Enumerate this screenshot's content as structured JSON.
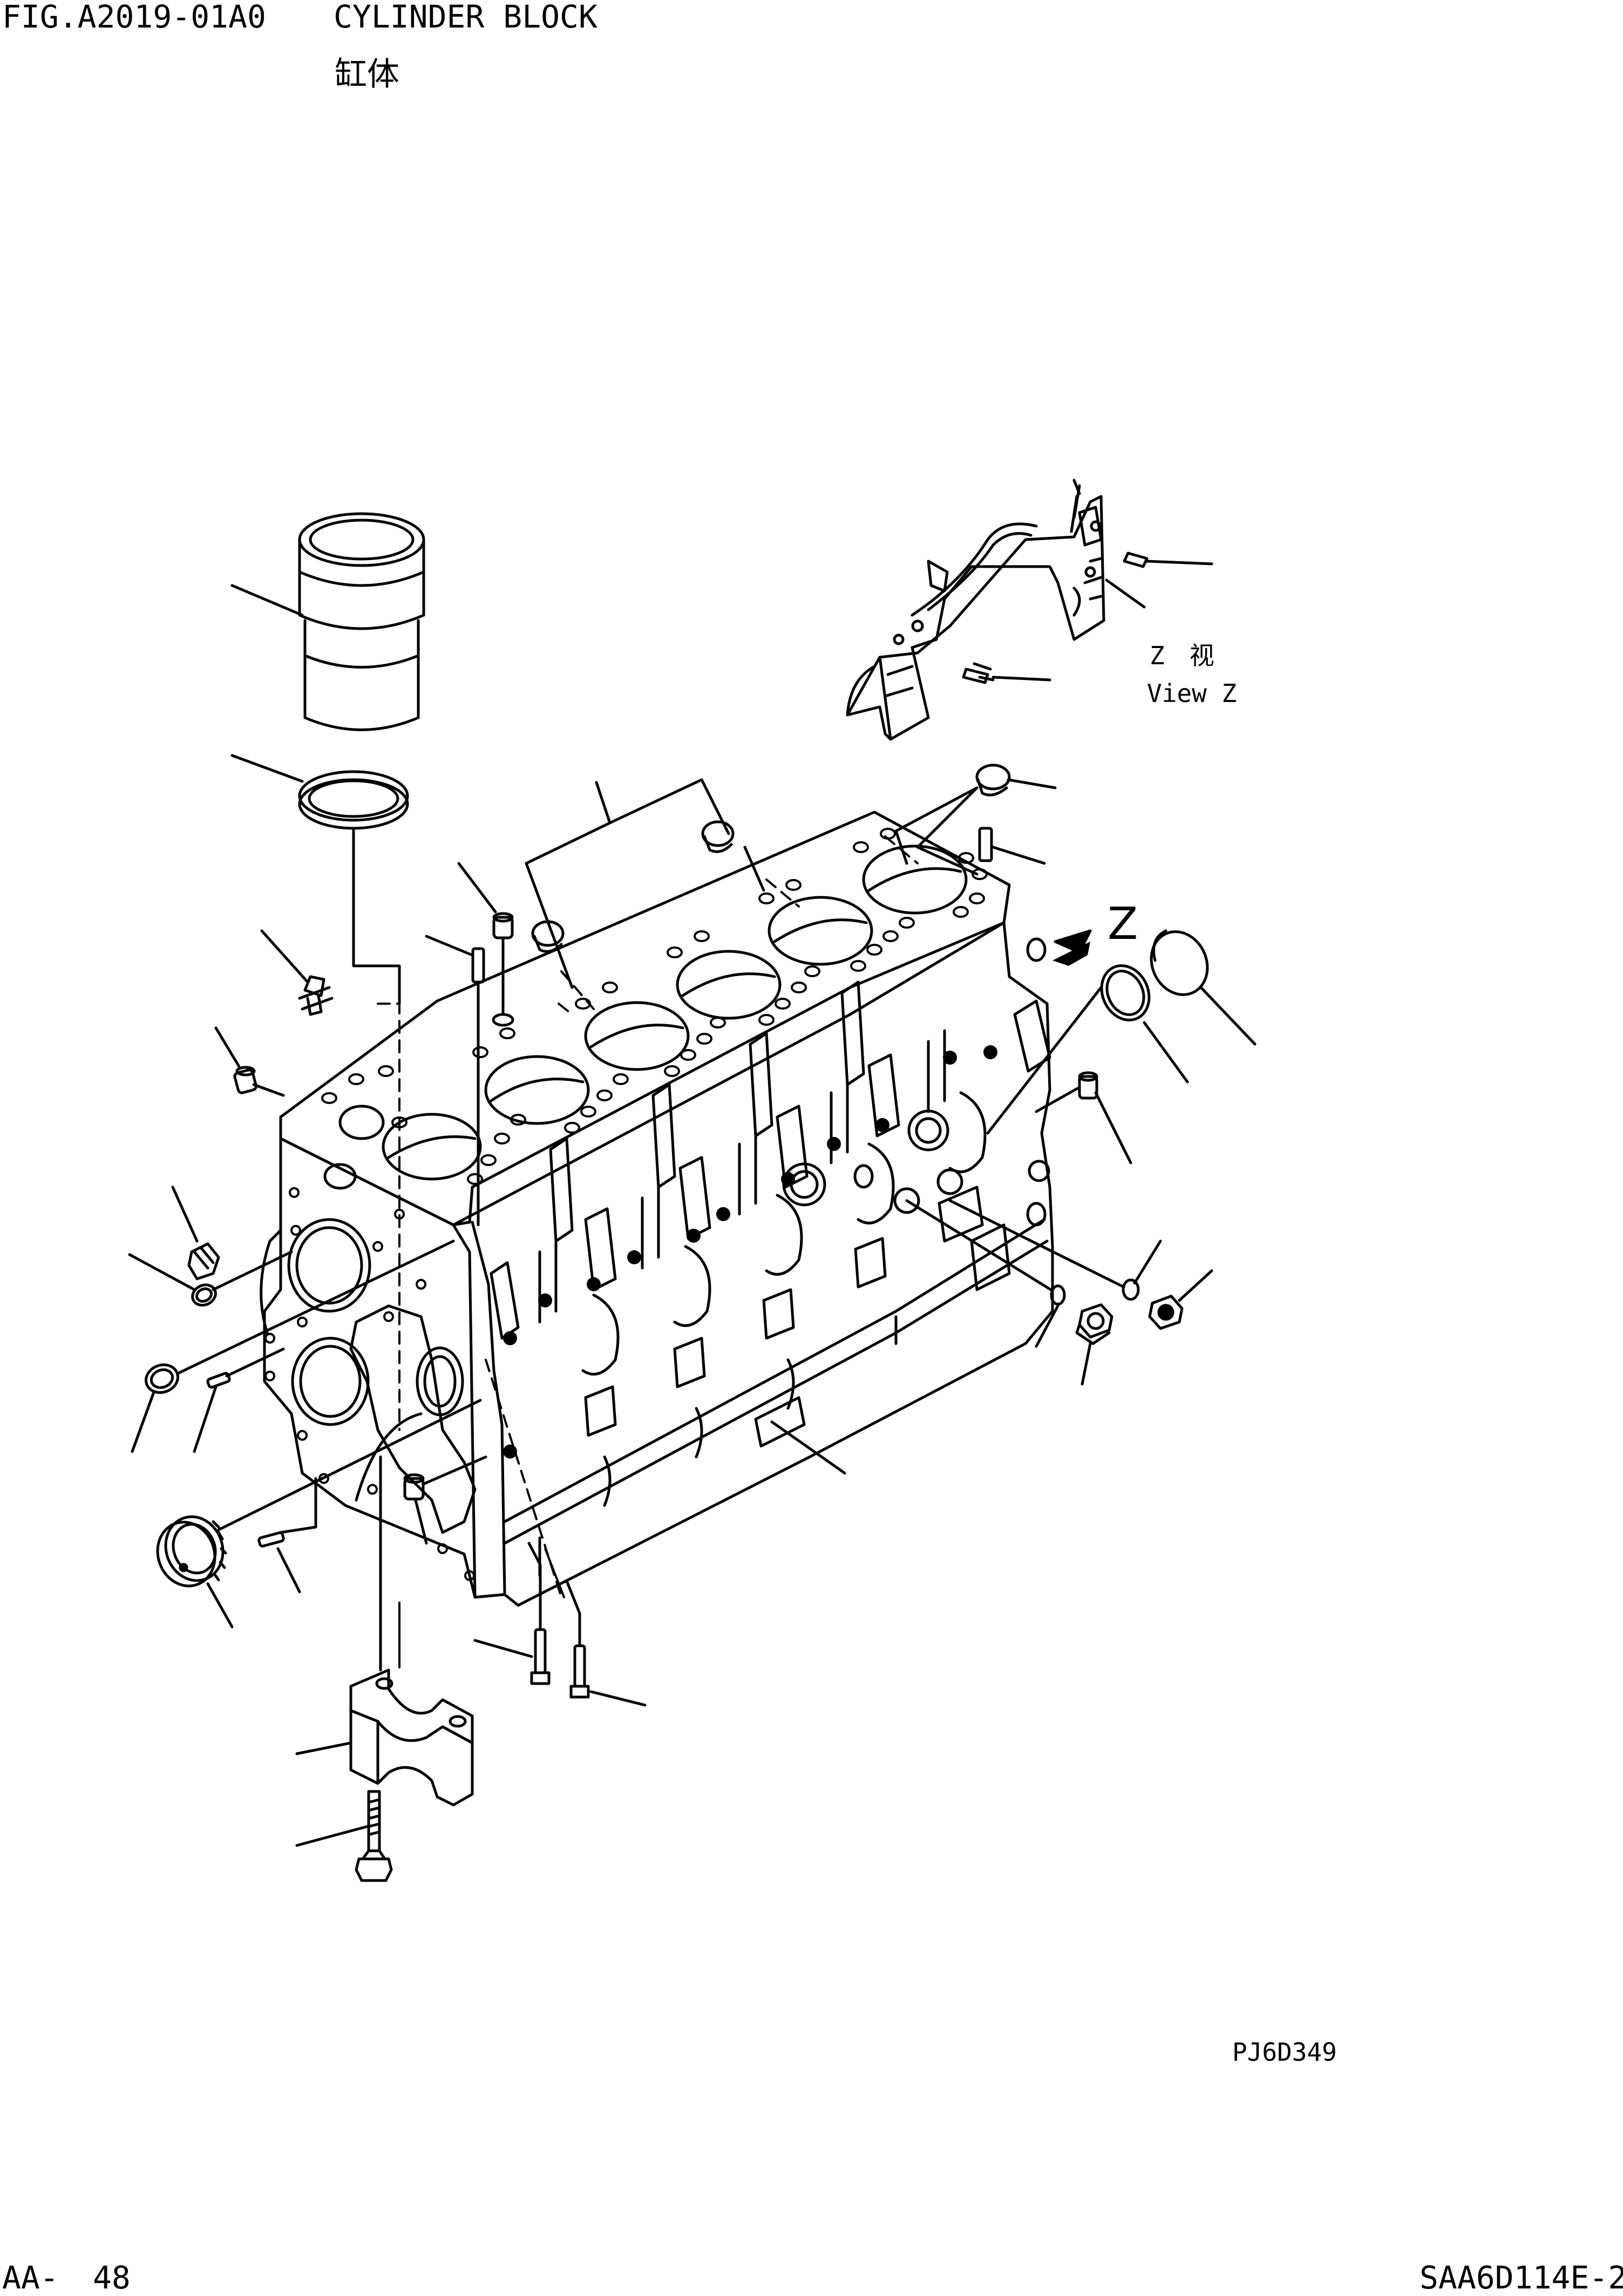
{
  "header": {
    "figure_no": "FIG.A2019-01A0",
    "title_en": "CYLINDER BLOCK",
    "title_zh": "缸体"
  },
  "view_label": {
    "zh": "Z　视",
    "en": "View Z"
  },
  "arrow_label": "Z",
  "illustration_code": "PJ6D349",
  "footer": {
    "page_prefix": "AA-",
    "page_no": "48",
    "model": "SAA6D114E-2"
  }
}
